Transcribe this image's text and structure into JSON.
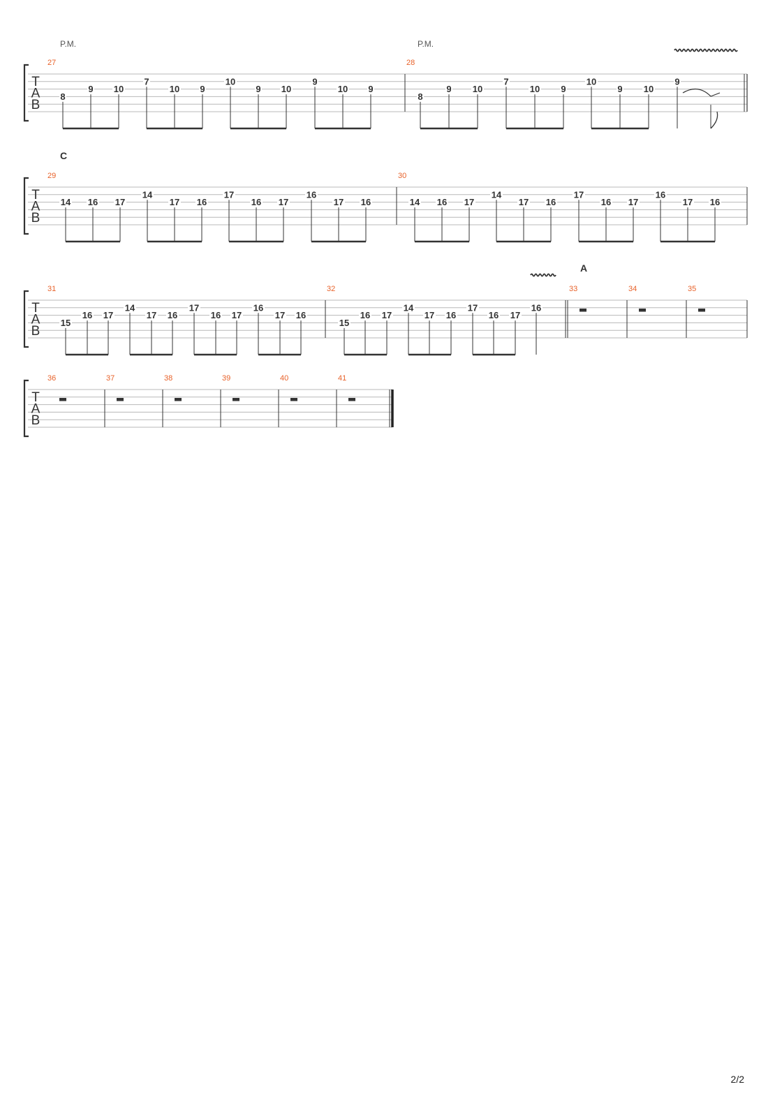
{
  "page_number": "2/2",
  "annotations": {
    "palm_mute": "P.M.",
    "section_c": "C",
    "section_a": "A"
  },
  "systems": [
    {
      "bars": [
        {
          "number": "27",
          "notes": [
            {
              "fret": "8",
              "string": 4
            },
            {
              "fret": "9",
              "string": 3
            },
            {
              "fret": "10",
              "string": 3
            },
            {
              "fret": "7",
              "string": 2
            },
            {
              "fret": "10",
              "string": 3
            },
            {
              "fret": "9",
              "string": 3
            },
            {
              "fret": "10",
              "string": 2
            },
            {
              "fret": "9",
              "string": 3
            },
            {
              "fret": "10",
              "string": 3
            },
            {
              "fret": "9",
              "string": 2
            },
            {
              "fret": "10",
              "string": 3
            },
            {
              "fret": "9",
              "string": 3
            }
          ]
        },
        {
          "number": "28",
          "notes": [
            {
              "fret": "8",
              "string": 4
            },
            {
              "fret": "9",
              "string": 3
            },
            {
              "fret": "10",
              "string": 3
            },
            {
              "fret": "7",
              "string": 2
            },
            {
              "fret": "10",
              "string": 3
            },
            {
              "fret": "9",
              "string": 3
            },
            {
              "fret": "10",
              "string": 2
            },
            {
              "fret": "9",
              "string": 3
            },
            {
              "fret": "10",
              "string": 3
            },
            {
              "fret": "9",
              "string": 2
            }
          ]
        }
      ]
    },
    {
      "bars": [
        {
          "number": "29",
          "notes": [
            {
              "fret": "14",
              "string": 3
            },
            {
              "fret": "16",
              "string": 3
            },
            {
              "fret": "17",
              "string": 3
            },
            {
              "fret": "14",
              "string": 2
            },
            {
              "fret": "17",
              "string": 3
            },
            {
              "fret": "16",
              "string": 3
            },
            {
              "fret": "17",
              "string": 2
            },
            {
              "fret": "16",
              "string": 3
            },
            {
              "fret": "17",
              "string": 3
            },
            {
              "fret": "16",
              "string": 2
            },
            {
              "fret": "17",
              "string": 3
            },
            {
              "fret": "16",
              "string": 3
            }
          ]
        },
        {
          "number": "30",
          "notes": [
            {
              "fret": "14",
              "string": 3
            },
            {
              "fret": "16",
              "string": 3
            },
            {
              "fret": "17",
              "string": 3
            },
            {
              "fret": "14",
              "string": 2
            },
            {
              "fret": "17",
              "string": 3
            },
            {
              "fret": "16",
              "string": 3
            },
            {
              "fret": "17",
              "string": 2
            },
            {
              "fret": "16",
              "string": 3
            },
            {
              "fret": "17",
              "string": 3
            },
            {
              "fret": "16",
              "string": 2
            },
            {
              "fret": "17",
              "string": 3
            },
            {
              "fret": "16",
              "string": 3
            }
          ]
        }
      ]
    },
    {
      "bars": [
        {
          "number": "31",
          "notes": [
            {
              "fret": "15",
              "string": 4
            },
            {
              "fret": "16",
              "string": 3
            },
            {
              "fret": "17",
              "string": 3
            },
            {
              "fret": "14",
              "string": 2
            },
            {
              "fret": "17",
              "string": 3
            },
            {
              "fret": "16",
              "string": 3
            },
            {
              "fret": "17",
              "string": 2
            },
            {
              "fret": "16",
              "string": 3
            },
            {
              "fret": "17",
              "string": 3
            },
            {
              "fret": "16",
              "string": 2
            },
            {
              "fret": "17",
              "string": 3
            },
            {
              "fret": "16",
              "string": 3
            }
          ]
        },
        {
          "number": "32",
          "notes": [
            {
              "fret": "15",
              "string": 4
            },
            {
              "fret": "16",
              "string": 3
            },
            {
              "fret": "17",
              "string": 3
            },
            {
              "fret": "14",
              "string": 2
            },
            {
              "fret": "17",
              "string": 3
            },
            {
              "fret": "16",
              "string": 3
            },
            {
              "fret": "17",
              "string": 2
            },
            {
              "fret": "16",
              "string": 3
            },
            {
              "fret": "17",
              "string": 3
            },
            {
              "fret": "16",
              "string": 2
            }
          ]
        },
        {
          "number": "33",
          "rest": true
        },
        {
          "number": "34",
          "rest": true
        },
        {
          "number": "35",
          "rest": true
        }
      ]
    },
    {
      "bars": [
        {
          "number": "36",
          "rest": true
        },
        {
          "number": "37",
          "rest": true
        },
        {
          "number": "38",
          "rest": true
        },
        {
          "number": "39",
          "rest": true
        },
        {
          "number": "40",
          "rest": true
        },
        {
          "number": "41",
          "rest": true
        }
      ]
    }
  ]
}
